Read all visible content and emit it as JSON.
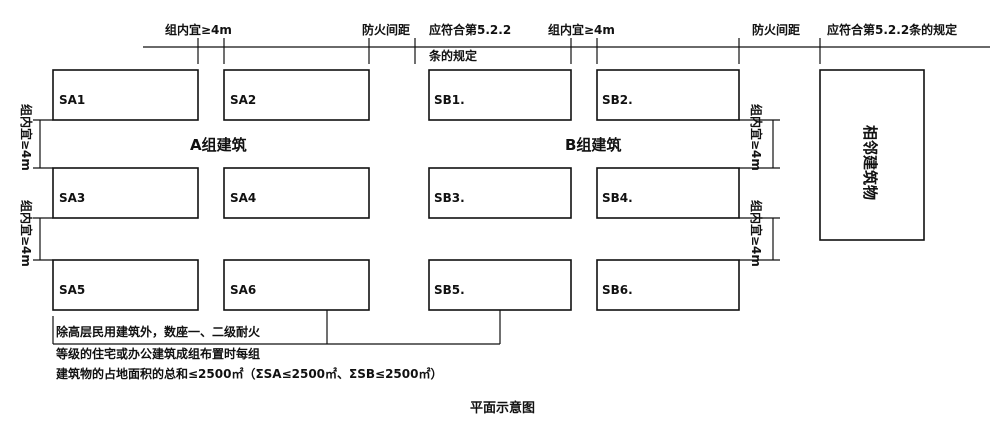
{
  "caption": "平面示意图",
  "group_a_label": "A组建筑",
  "group_b_label": "B组建筑",
  "buildings_a": [
    {
      "id": "SA1"
    },
    {
      "id": "SA2"
    },
    {
      "id": "SA3"
    },
    {
      "id": "SA4"
    },
    {
      "id": "SA5"
    },
    {
      "id": "SA6"
    }
  ],
  "buildings_b": [
    {
      "id": "SB1."
    },
    {
      "id": "SB2."
    },
    {
      "id": "SB3."
    },
    {
      "id": "SB4."
    },
    {
      "id": "SB5."
    },
    {
      "id": "SB6."
    }
  ],
  "top_spacing_a": "组内宜≥4m",
  "top_spacing_b": "组内宜≥4m",
  "fire_gap_1": "防火间距",
  "fire_gap_2": "防火间距",
  "rule_1_line1": "应符合第5.2.2",
  "rule_1_line2": "条的规定",
  "rule_2": "应符合第5.2.2条的规定",
  "left_spacing_1": "组内宜≥4m",
  "left_spacing_2": "组内宜≥4m",
  "right_spacing_1": "组内宜≥4m",
  "right_spacing_2": "组内宜≥4m",
  "adjacent_building": "相邻建筑物",
  "note_line1": "除高层民用建筑外，数座一、二级耐火",
  "note_line2": "等级的住宅或办公建筑成组布置时每组",
  "note_line3": "建筑物的占地面积的总和≤2500㎡（ΣSA≤2500㎡、ΣSB≤2500㎡）",
  "colors": {
    "ink": "#111111",
    "background": "#ffffff"
  }
}
